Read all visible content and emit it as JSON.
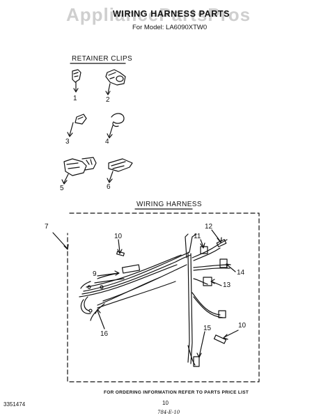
{
  "watermark": "AppliancePartsPros",
  "header": {
    "title": "WIRING HARNESS PARTS",
    "model": "For Model: LA6090XTW0"
  },
  "sections": {
    "retainer_clips": "RETAINER CLIPS",
    "wiring_harness": "WIRING HARNESS"
  },
  "callouts": [
    "1",
    "2",
    "3",
    "4",
    "5",
    "6",
    "7",
    "9",
    "10",
    "11",
    "12",
    "13",
    "14",
    "15",
    "16",
    "10"
  ],
  "footer": {
    "ordering_note": "FOR ORDERING INFORMATION REFER TO PARTS PRICE LIST",
    "doc_number": "3351474",
    "page_number": "10",
    "handwritten": "784-E-10"
  }
}
